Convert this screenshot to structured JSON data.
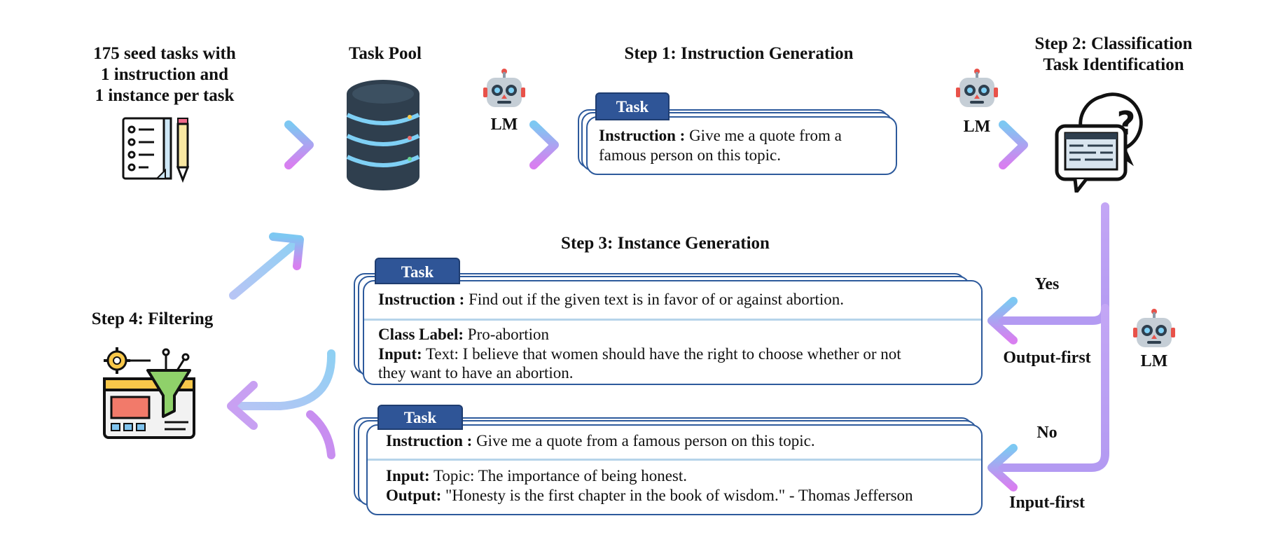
{
  "seed": {
    "title_lines": [
      "175 seed tasks with",
      "1 instruction and",
      "1 instance per task"
    ],
    "icon": "checklist-icon"
  },
  "pool": {
    "title": "Task Pool",
    "icon": "database-icon"
  },
  "lm_label": "LM",
  "robot_icon": "robot-icon",
  "step1": {
    "title": "Step 1: Instruction Generation",
    "tab": "Task",
    "instruction_label": "Instruction :",
    "instruction_text": " Give me a quote from a",
    "instruction_text2": "famous person on this topic."
  },
  "step2": {
    "title_lines": [
      "Step 2: Classification",
      "Task Identification"
    ],
    "icon": "question-chat-icon"
  },
  "step3": {
    "title": "Step 3: Instance Generation",
    "card1": {
      "tab": "Task",
      "instruction_label": "Instruction :",
      "instruction_text": " Find out if the given text is in favor of or against abortion.",
      "class_label": "Class Label:",
      "class_text": " Pro-abortion",
      "input_label": "Input:",
      "input_text": " Text: I believe that women should have the right to choose whether or not",
      "input_text2": "they want to have an abortion."
    },
    "card2": {
      "tab": "Task",
      "instruction_label": "Instruction :",
      "instruction_text": " Give me a quote from a famous person on this topic.",
      "input_label": "Input:",
      "input_text": " Topic: The importance of being honest.",
      "output_label": "Output:",
      "output_text": " \"Honesty is the first chapter in the book of wisdom.\" - Thomas Jefferson"
    }
  },
  "branch": {
    "yes": "Yes",
    "output_first": "Output-first",
    "no": "No",
    "input_first": "Input-first"
  },
  "step4": {
    "title": "Step 4: Filtering",
    "icon": "filter-icon"
  }
}
